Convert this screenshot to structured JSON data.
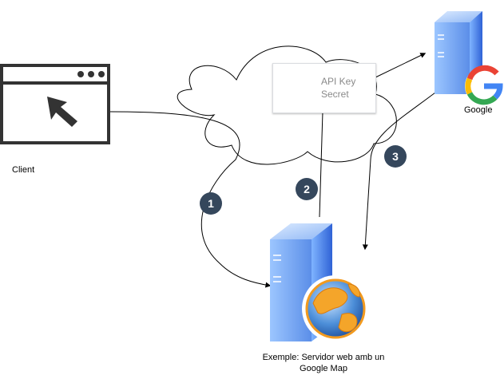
{
  "nodes": {
    "client": {
      "label": "Client"
    },
    "google": {
      "label": "Google"
    },
    "webserver": {
      "label_line1": "Exemple: Servidor web amb un",
      "label_line2": "Google Map"
    },
    "api_key": {
      "line1": "API Key",
      "line2": "Secret"
    }
  },
  "steps": [
    {
      "number": "1"
    },
    {
      "number": "2"
    },
    {
      "number": "3"
    }
  ],
  "colors": {
    "badge": "#35475c",
    "server_blue": "#4a7fe0",
    "window_stroke": "#333333"
  }
}
